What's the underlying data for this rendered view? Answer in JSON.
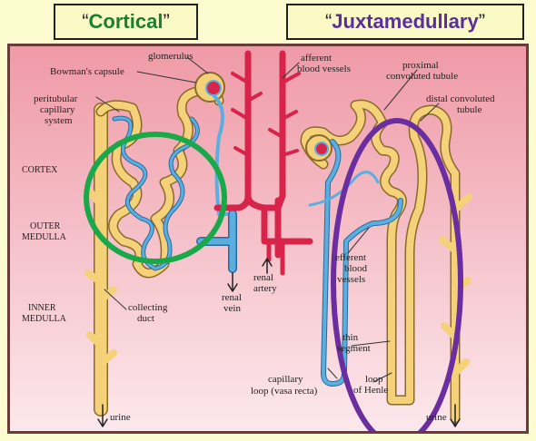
{
  "titles": {
    "cortical": "Cortical",
    "juxtamedullary": "Juxtamedullary",
    "open_quote": "“",
    "close_quote": "”"
  },
  "labels": {
    "glomerulus": "glomerulus",
    "bowmans_capsule": "Bowman's capsule",
    "peritubular_1": "peritubular",
    "peritubular_2": "capillary",
    "peritubular_3": "system",
    "cortex": "CORTEX",
    "outer_medulla_1": "OUTER",
    "outer_medulla_2": "MEDULLA",
    "inner_medulla_1": "INNER",
    "inner_medulla_2": "MEDULLA",
    "collecting_duct_1": "collecting",
    "collecting_duct_2": "duct",
    "urine_left": "urine",
    "urine_right": "urine",
    "afferent_1": "afferent",
    "afferent_2": "blood vessels",
    "proximal_1": "proximal",
    "proximal_2": "convoluted tubule",
    "distal_1": "distal convoluted",
    "distal_2": "tubule",
    "renal_vein_1": "renal",
    "renal_vein_2": "vein",
    "renal_artery_1": "renal",
    "renal_artery_2": "artery",
    "efferent_1": "efferent",
    "efferent_2": "blood",
    "efferent_3": "vessels",
    "thin_1": "thin",
    "thin_2": "segment",
    "capillary_loop_1": "capillary",
    "capillary_loop_2": "loop (vasa recta)",
    "loop_henle_1": "loop",
    "loop_henle_2": "of Henle"
  },
  "colors": {
    "tubule": "#f5d27a",
    "capillary": "#5aaee0",
    "artery": "#d8244a",
    "cortical_circle": "#19a84a",
    "juxta_ellipse": "#6a2ea0"
  }
}
